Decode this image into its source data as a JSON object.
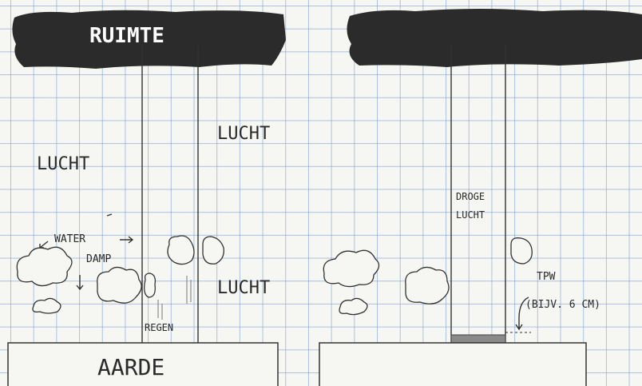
{
  "left_panel": {
    "banner_label": "RUIMTE",
    "air_left": "LUCHT",
    "air_right_top": "LUCHT",
    "air_right_bottom": "LUCHT",
    "water_label": "WATER",
    "vapour_label": "DAMP",
    "rain_label": "REGEN",
    "ground_label": "AARDE"
  },
  "right_panel": {
    "banner_label": "",
    "dry_air_line1": "DROGE",
    "dry_air_line2": "LUCHT",
    "tpw_label": "TPW",
    "tpw_note": "(BIJV. 6 CM)",
    "ground_label": ""
  },
  "colors": {
    "banner": "#2b2b2b",
    "grid": "#6e96d2",
    "paper": "#f6f6f2",
    "water_layer": "#8a8a8a"
  }
}
